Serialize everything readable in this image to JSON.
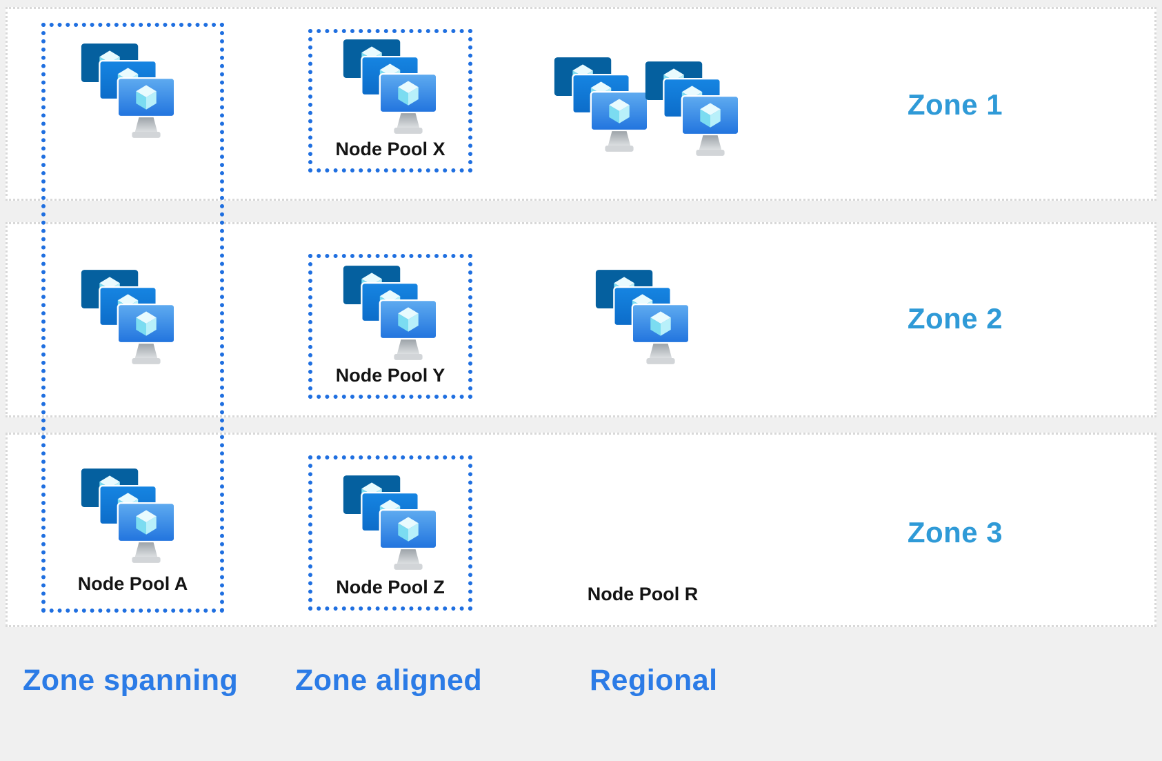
{
  "zones": [
    {
      "label": "Zone 1"
    },
    {
      "label": "Zone 2"
    },
    {
      "label": "Zone 3"
    }
  ],
  "pools": {
    "spanning_label": "Node Pool A",
    "x_label": "Node Pool X",
    "y_label": "Node Pool Y",
    "z_label": "Node Pool Z",
    "regional_label": "Node Pool R"
  },
  "columns": [
    {
      "label": "Zone spanning"
    },
    {
      "label": "Zone aligned"
    },
    {
      "label": "Regional"
    }
  ],
  "icons": {
    "vm_cluster": "vm-cluster-icon"
  },
  "colors": {
    "page_bg": "#f0f0f0",
    "band_bg": "#ffffff",
    "zone_border": "#d8d8d8",
    "pool_border": "#1f6fe0",
    "zone_label": "#2f9ad7",
    "column_label": "#2b7be6",
    "pool_label": "#141414",
    "vm_dark": "#05609f",
    "vm_mid": "#0f7ad8",
    "vm_light": "#3e93ea",
    "cube_cyan": "#7bdcf1"
  }
}
